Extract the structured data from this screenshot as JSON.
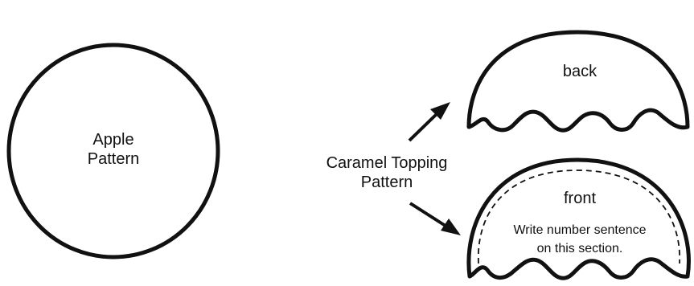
{
  "apple": {
    "label_line1": "Apple",
    "label_line2": "Pattern"
  },
  "caramel": {
    "label_line1": "Caramel Topping",
    "label_line2": "Pattern"
  },
  "back_piece": {
    "label": "back"
  },
  "front_piece": {
    "label": "front",
    "instruction_line1": "Write number sentence",
    "instruction_line2": "on this section."
  },
  "colors": {
    "ink": "#111111",
    "background": "#ffffff"
  }
}
